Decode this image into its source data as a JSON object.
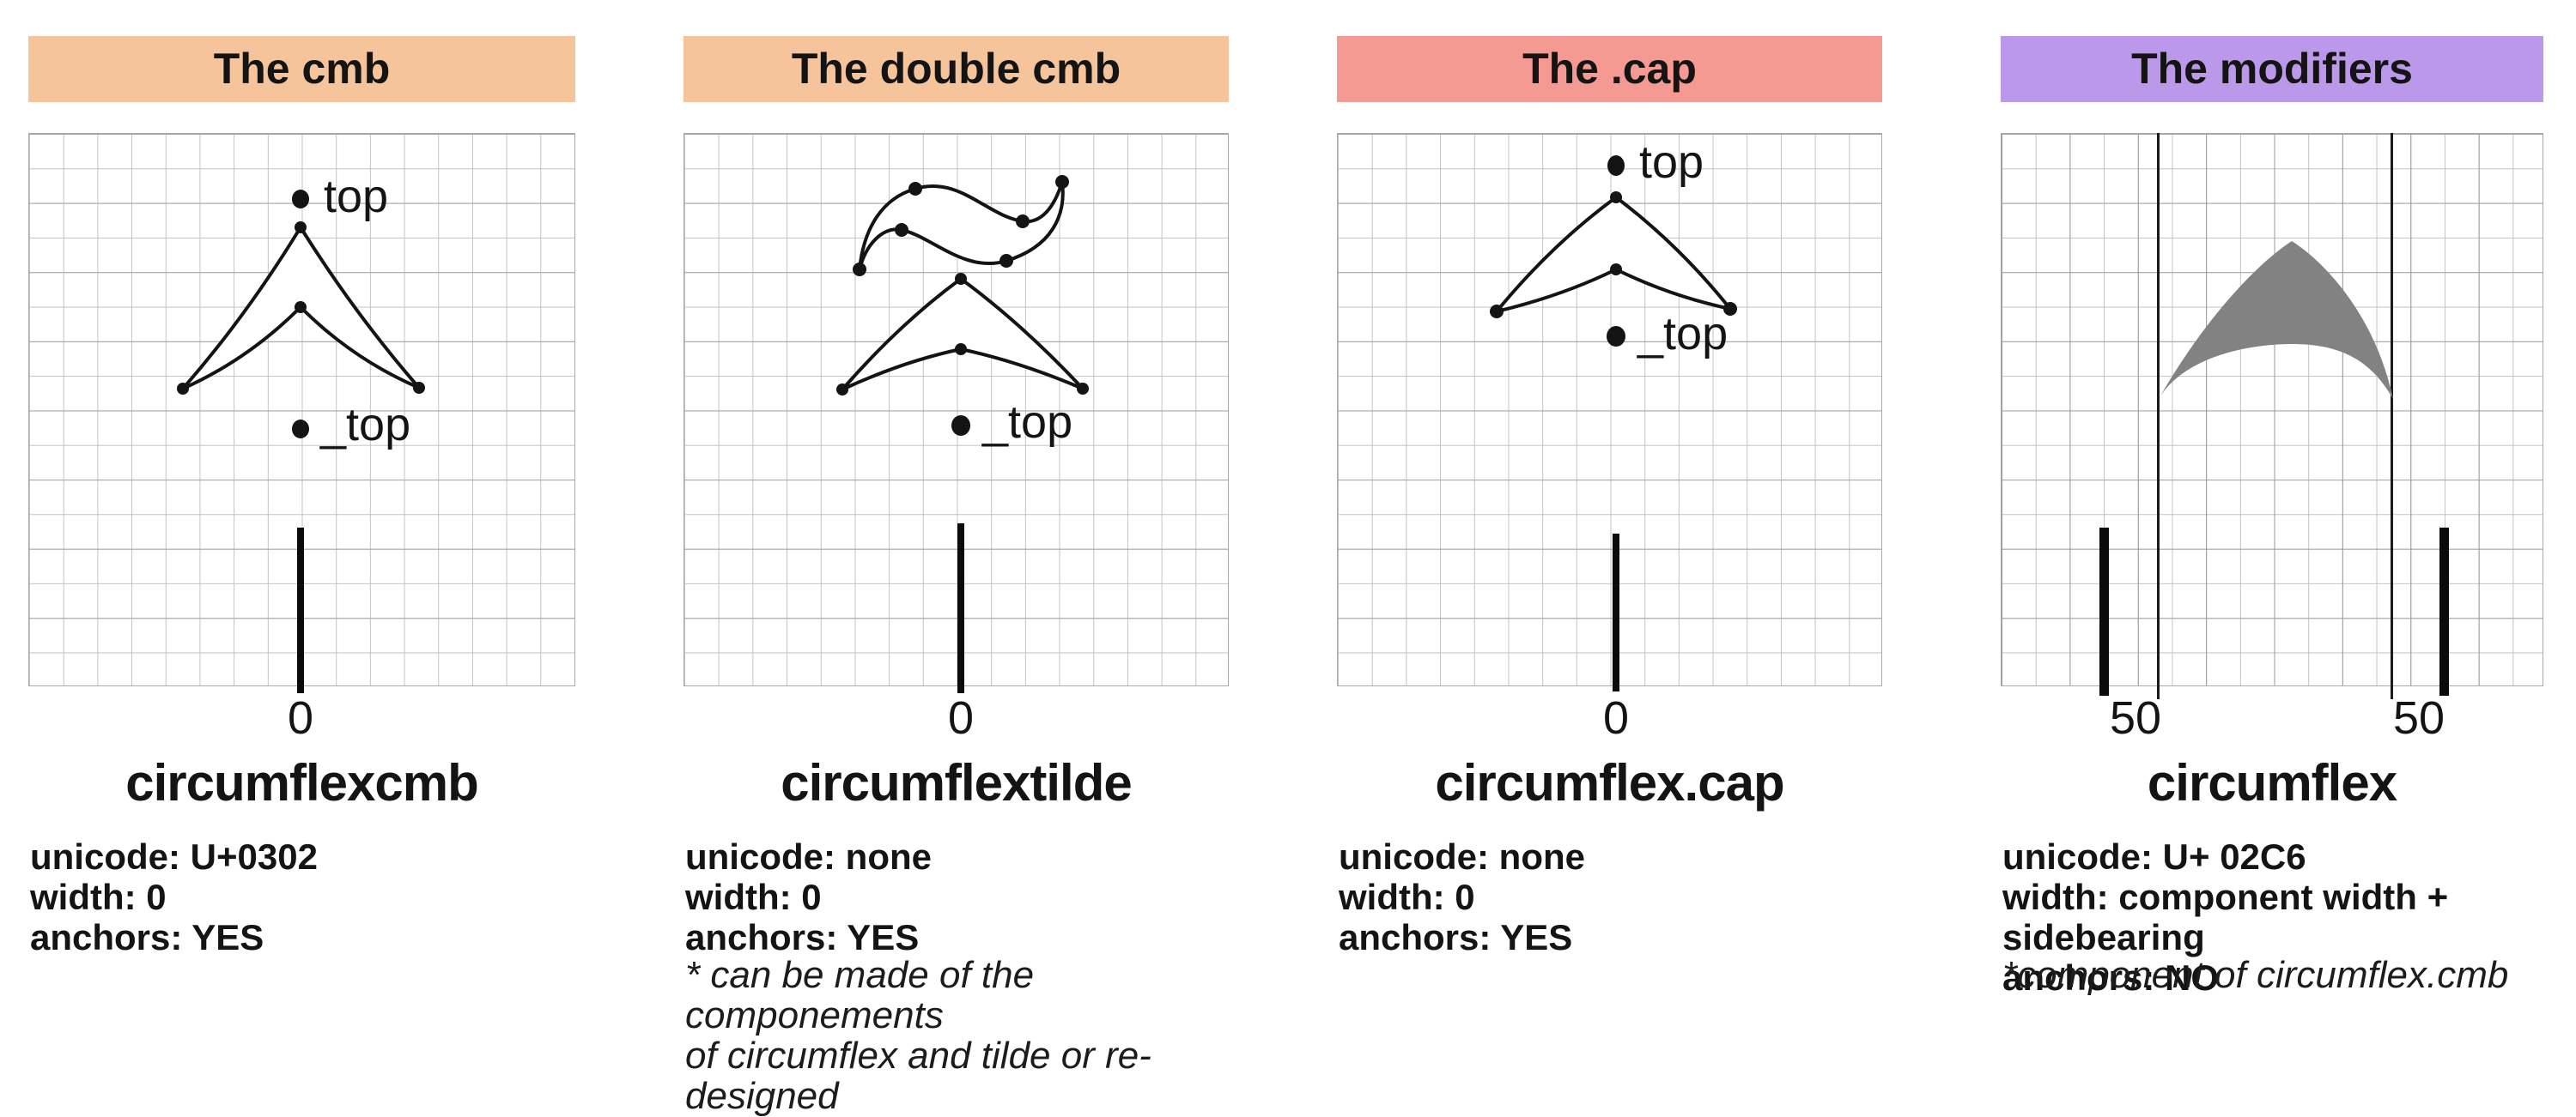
{
  "colors": {
    "header_peach": "#f6c49a",
    "header_salmon": "#f49a92",
    "header_purple": "#bc98ea",
    "ink": "#141414",
    "gray_glyph": "#828282",
    "grid_line": "#c3c3c3",
    "grid_line_major": "#a4a4a4"
  },
  "panels": [
    {
      "header": "The cmb",
      "header_color": "#f6c49a",
      "glyph_name": "circumflexcmb",
      "anchor_top_label": "top",
      "anchor_under_top_label": "_top",
      "origin_label": "0",
      "meta_unicode": "unicode: U+0302",
      "meta_width": "width: 0",
      "meta_anchors": "anchors: YES"
    },
    {
      "header": "The double cmb",
      "header_color": "#f6c49a",
      "glyph_name": "circumflextilde",
      "anchor_under_top_label": "_top",
      "origin_label": "0",
      "meta_unicode": "unicode: none",
      "meta_width": "width: 0",
      "meta_anchors": "anchors: YES",
      "footnote": "* can be made of the componements\nof circumflex and tilde or re-designed"
    },
    {
      "header": "The .cap",
      "header_color": "#f49a92",
      "glyph_name": "circumflex.cap",
      "anchor_top_label": "top",
      "anchor_under_top_label": "_top",
      "origin_label": "0",
      "meta_unicode": "unicode: none",
      "meta_width": "width: 0",
      "meta_anchors": "anchors: YES"
    },
    {
      "header": "The modifiers",
      "header_color": "#bc98ea",
      "glyph_name": "circumflex",
      "left_sidebearing_label": "50",
      "right_sidebearing_label": "50",
      "meta_unicode": "unicode: U+ 02C6",
      "meta_width": "width: component width + sidebearing",
      "meta_anchors": "anchors: NO",
      "footnote": "*component of circumflex.cmb"
    }
  ]
}
